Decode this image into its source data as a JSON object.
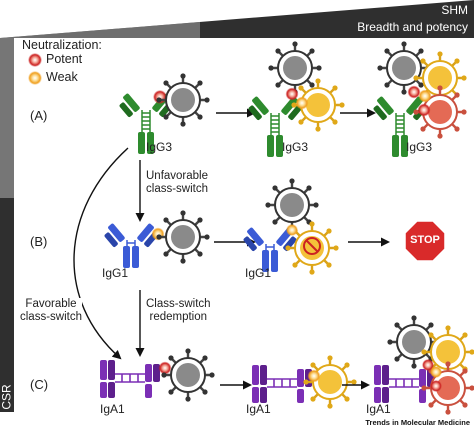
{
  "colors": {
    "igg3": "#2e8b2e",
    "igg1": "#3b5bd6",
    "iga1": "#7b2fb5",
    "virus_grey": "#8a8a8a",
    "virus_yellow": "#f4c23a",
    "virus_salmon": "#e46a55",
    "potent_ring": "#cc2222",
    "weak_ring": "#f0a020",
    "stop_red": "#d92a2a",
    "gradient_dark": "#2a2a2a"
  },
  "header": {
    "shm": "SHM",
    "breadth_potency": "Breadth and potency"
  },
  "axis": {
    "csr": "CSR"
  },
  "legend": {
    "title": "Neutralization:",
    "potent": "Potent",
    "weak": "Weak"
  },
  "rows": {
    "a": "(A)",
    "b": "(B)",
    "c": "(C)"
  },
  "isotypes": {
    "igg3": "IgG3",
    "igg1": "IgG1",
    "iga1": "IgA1"
  },
  "steps": {
    "unfavorable": "Unfavorable class-switch",
    "unfavorable_l1": "Unfavorable",
    "unfavorable_l2": "class-switch",
    "redemption_l1": "Class-switch",
    "redemption_l2": "redemption",
    "favorable_l1": "Favorable",
    "favorable_l2": "class-switch"
  },
  "stop_sign": "STOP",
  "source": "Trends in Molecular Medicine",
  "icons": [
    "antibody-igg3-icon",
    "antibody-igg1-icon",
    "antibody-iga1-icon",
    "virus-icon",
    "stop-sign-icon",
    "no-entry-icon"
  ]
}
